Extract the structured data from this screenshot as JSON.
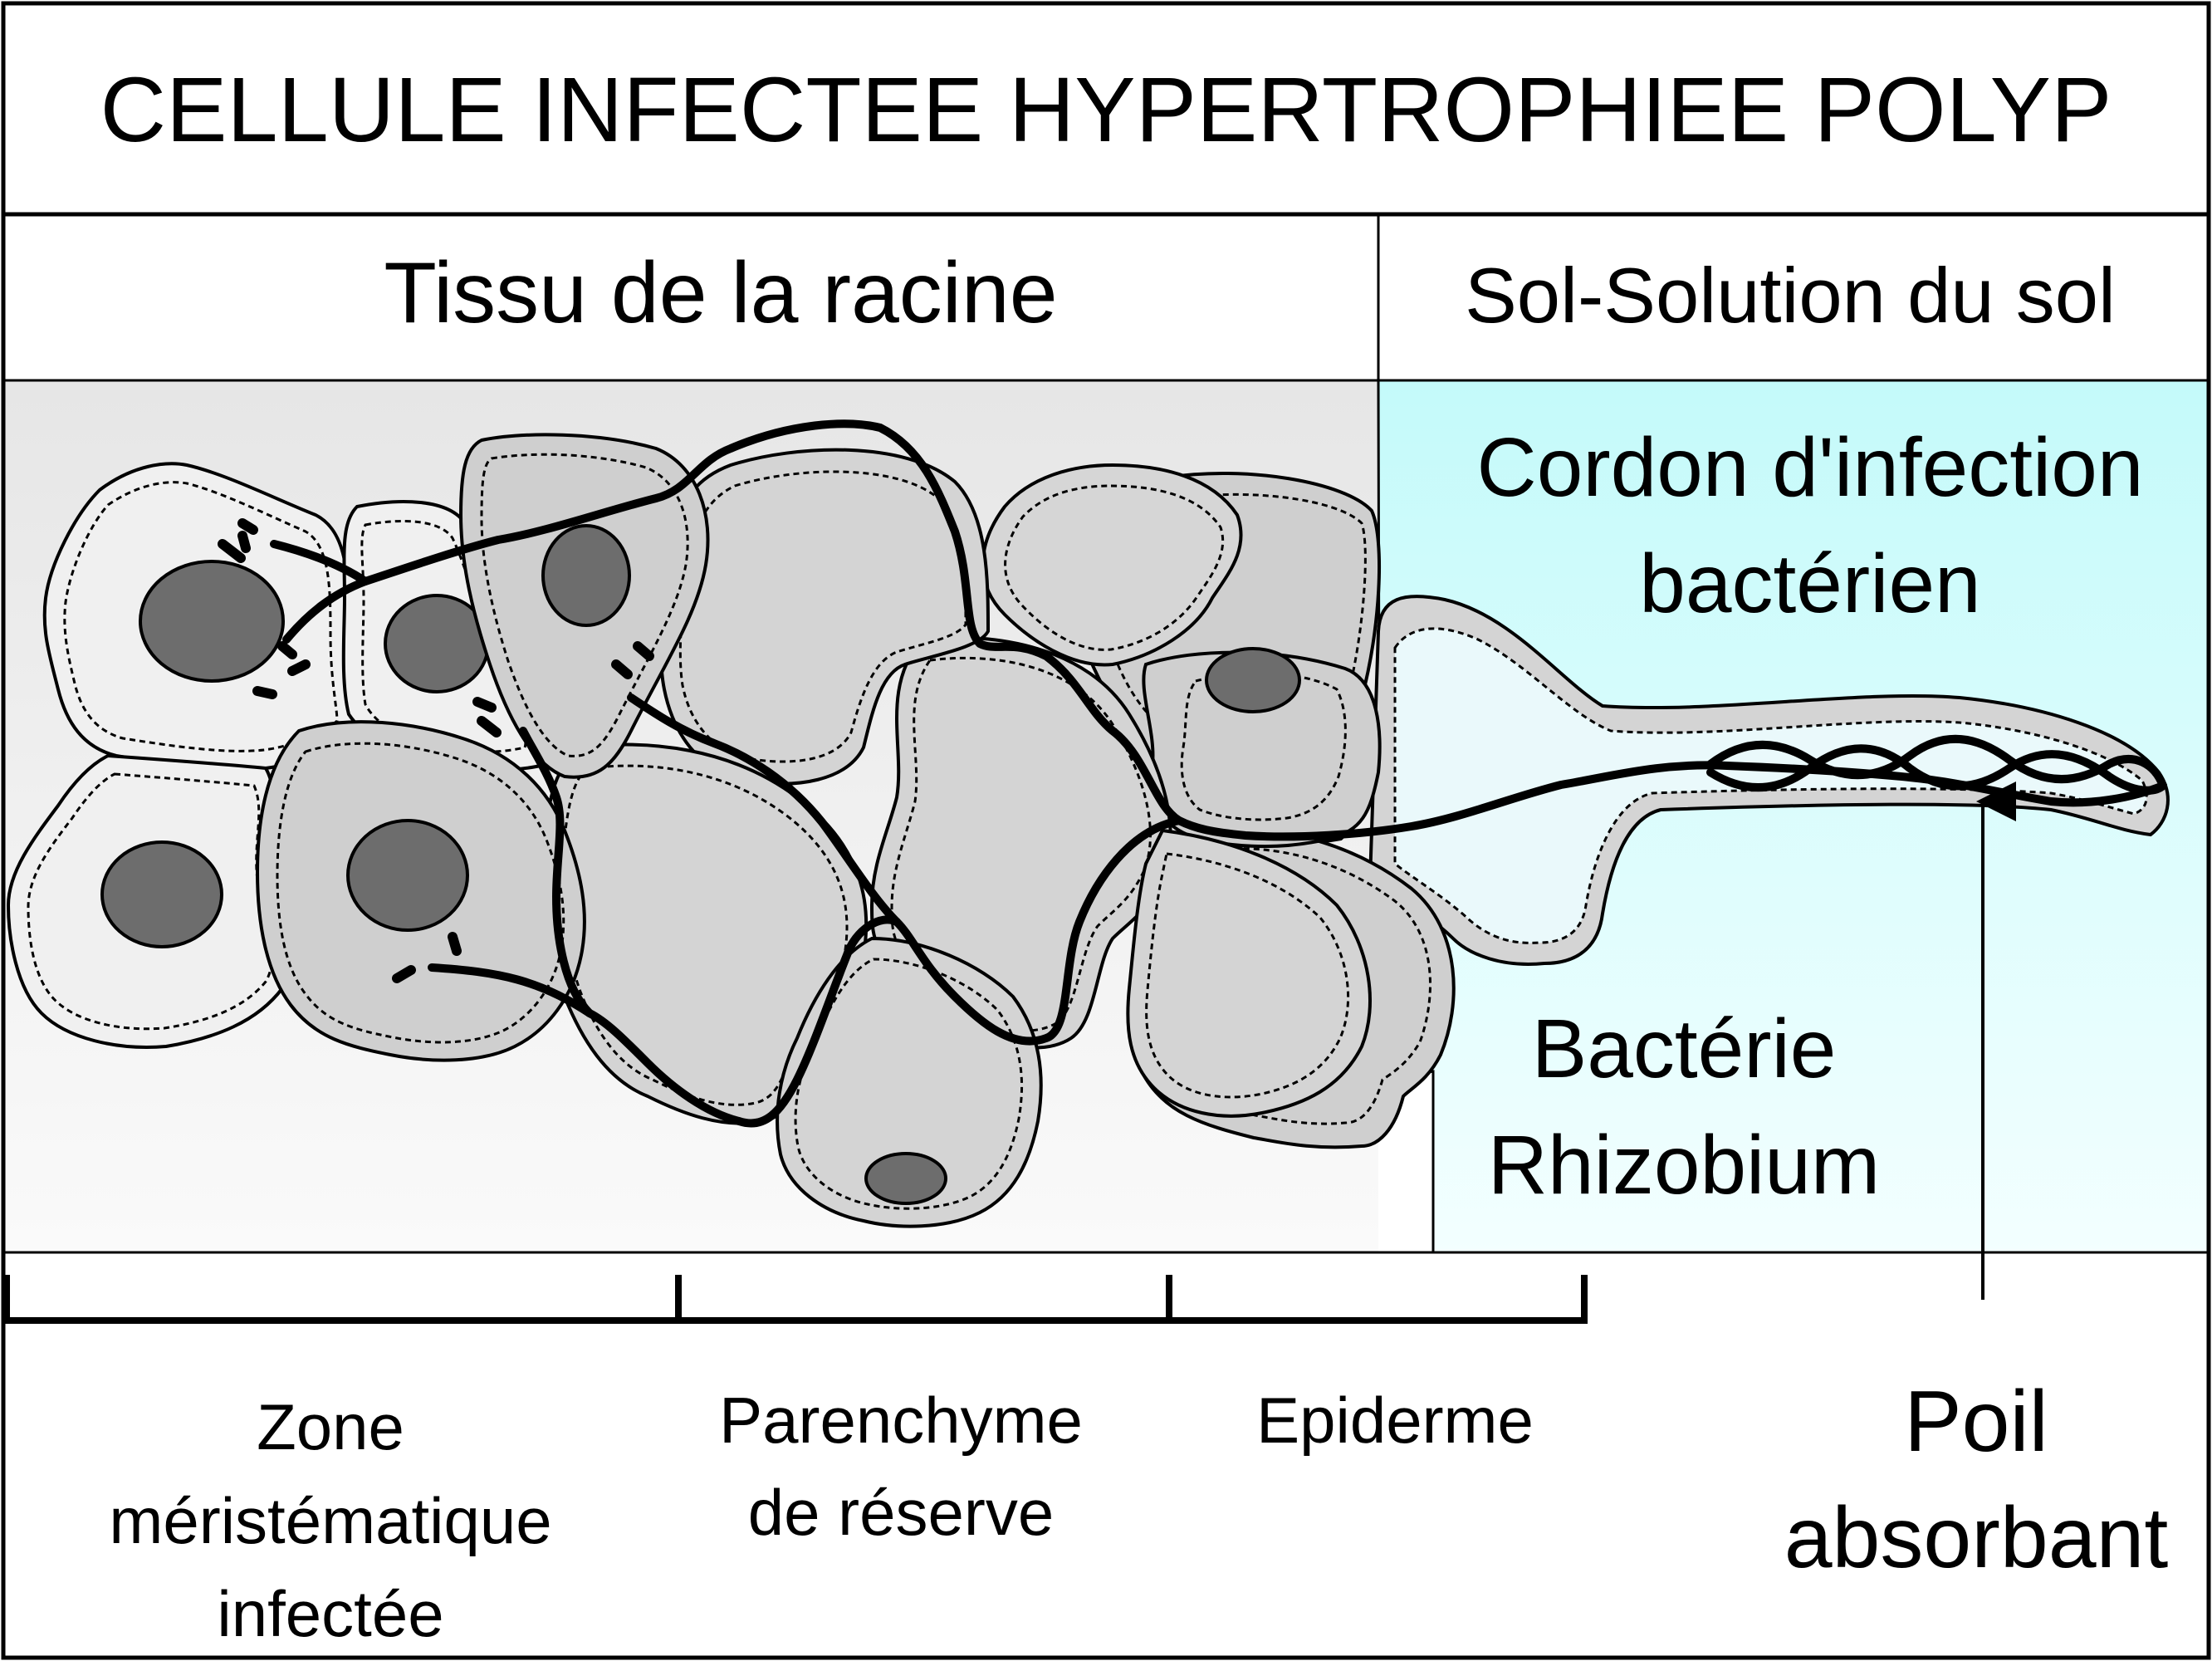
{
  "title": "CELLULE INFECTEE HYPERTROPHIEE POLYP",
  "headers": {
    "root_tissue": "Tissu de la racine",
    "soil": "Sol-Solution du sol"
  },
  "labels": {
    "infection_thread_line1": "Cordon d'infection",
    "infection_thread_line2": "bactérien",
    "bacterium_line1": "Bactérie",
    "bacterium_line2": "Rhizobium"
  },
  "zones": {
    "meristem_line1": "Zone",
    "meristem_line2": "méristématique",
    "meristem_line3": "infectée",
    "parenchyma_line1": "Parenchyme",
    "parenchyma_line2": "de réserve",
    "epidermis": "Epiderme",
    "root_hair_line1": "Poil",
    "root_hair_line2": "absorbant"
  },
  "colors": {
    "root_tissue_bg": "#e9e9e9",
    "soil_bg": "#c8fbfb",
    "nucleus": "#6d6d6d",
    "cell_wall_grey": "#cfcfcf"
  }
}
